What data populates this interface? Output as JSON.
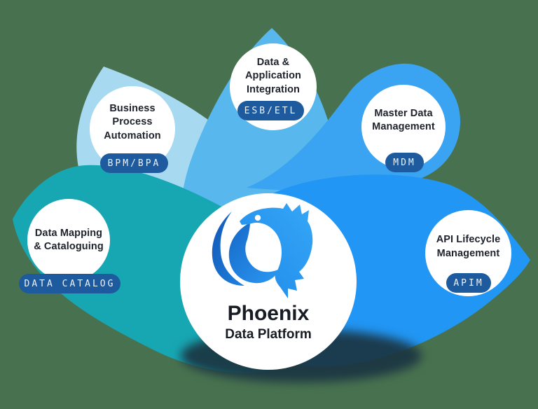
{
  "diagram_title": "Phoenix",
  "center": {
    "title": "Phoenix",
    "subtitle": "Data Platform",
    "logo": "phoenix-bird-logo"
  },
  "nodes": [
    {
      "id": "data-catalog",
      "label": "Data Mapping\n& Cataloguing",
      "tag": "DATA CATALOG",
      "petal_color": "#17A7B3"
    },
    {
      "id": "bpm",
      "label": "Business Process\nAutomation",
      "tag": "BPM/BPA",
      "petal_color": "#A7D9F1"
    },
    {
      "id": "esb",
      "label": "Data &\nApplication\nIntegration",
      "tag": "ESB/ETL",
      "petal_color": "#58B7EC"
    },
    {
      "id": "mdm",
      "label": "Master Data\nManagement",
      "tag": "MDM",
      "petal_color": "#3AA4F2"
    },
    {
      "id": "apim",
      "label": "API Lifecycle\nManagement",
      "tag": "APIM",
      "petal_color": "#2196F4"
    }
  ],
  "colors": {
    "background": "#48724F",
    "pill_bg": "#1E5A9E",
    "pill_text": "#EAF2FC",
    "label_text": "#20242E",
    "center_circle": "#FFFFFF",
    "shadow": "#1B3542",
    "logo_blue_dark": "#1356B4",
    "logo_blue_bright": "#35A7F7"
  }
}
